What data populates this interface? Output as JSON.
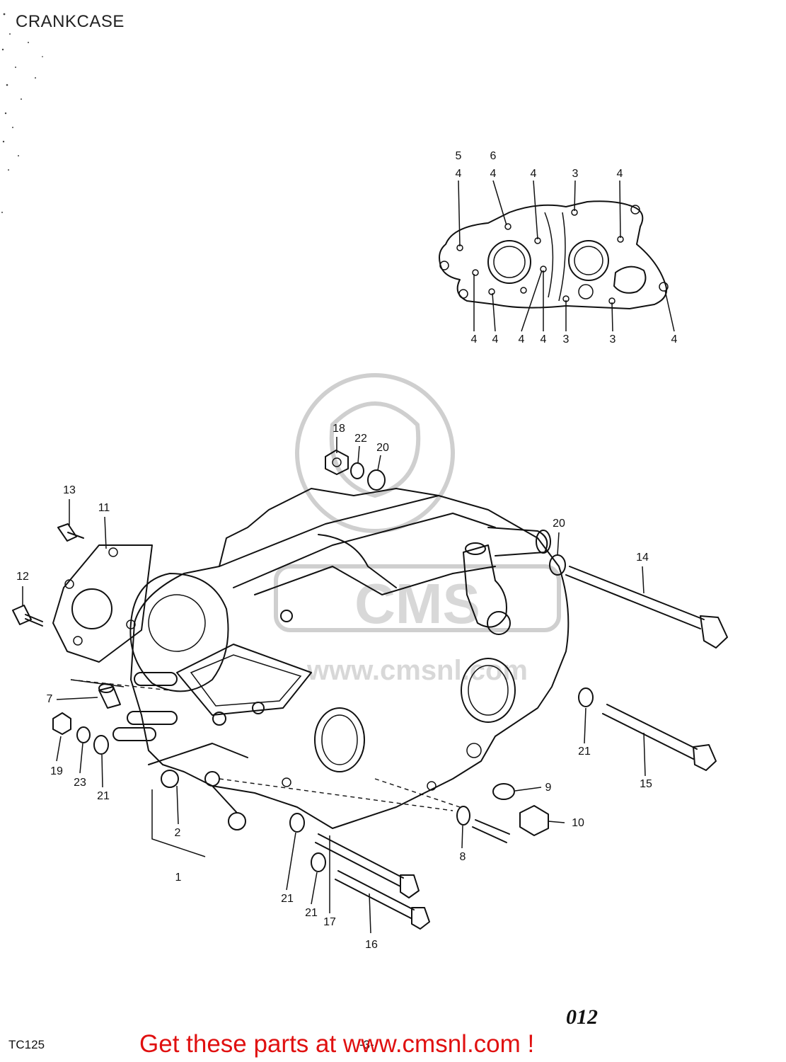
{
  "header": {
    "title": "CRANKCASE"
  },
  "footer": {
    "model": "TC125",
    "page_mark": "-3-",
    "page_number": "012",
    "cta": "Get these parts at www.cmsnl.com !"
  },
  "callouts": {
    "inset": [
      "5",
      "6",
      "4",
      "4",
      "4",
      "3",
      "4",
      "4",
      "4",
      "4",
      "4",
      "3",
      "3",
      "4"
    ],
    "main": [
      "18",
      "22",
      "20",
      "13",
      "11",
      "20",
      "14",
      "12",
      "7",
      "19",
      "23",
      "21",
      "21",
      "15",
      "9",
      "10",
      "2",
      "8",
      "1",
      "21",
      "21",
      "17",
      "16"
    ]
  },
  "colors": {
    "cta": "#e01010",
    "line": "#111111",
    "watermark": "#cfcfcf"
  }
}
